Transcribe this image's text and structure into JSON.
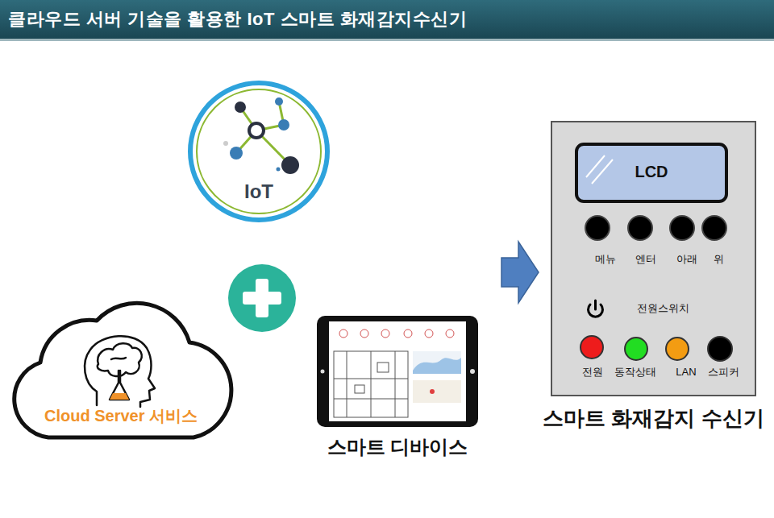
{
  "diagram": {
    "title": "클라우드 서버 기술을 활용한 IoT 스마트 화재감지수신기",
    "nodes": [
      {
        "text": [
          "IoT"
        ]
      },
      {
        "text": [
          "Cloud Server 서비스"
        ]
      },
      {
        "text": [
          "스마트 디바이스"
        ]
      },
      {
        "text": [
          "스마트 화재감지 수신기"
        ]
      },
      {
        "text": [
          "LCD"
        ],
        "in": 3
      }
    ],
    "labels": [
      "메뉴",
      "엔터",
      "아래",
      "위",
      "전원스위치",
      "전원",
      "동작상태",
      "LAN",
      "스피커"
    ]
  }
}
